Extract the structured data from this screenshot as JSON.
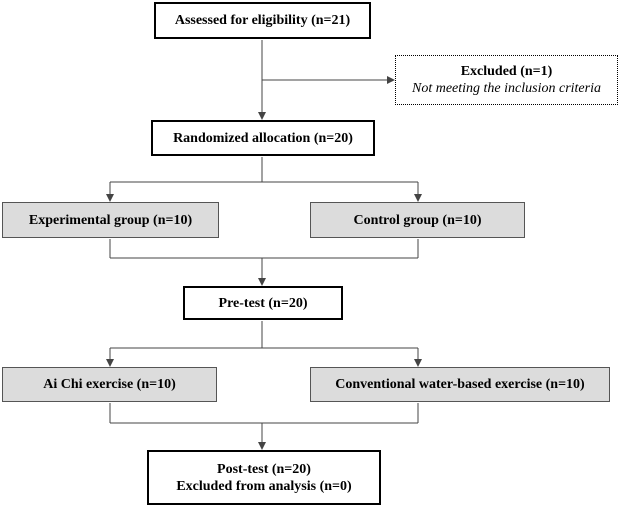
{
  "flowchart": {
    "assessed": "Assessed for eligibility (n=21)",
    "excluded": {
      "title": "Excluded (n=1)",
      "reason": "Not meeting the inclusion criteria"
    },
    "randomized": "Randomized allocation (n=20)",
    "experimental_group": "Experimental group (n=10)",
    "control_group": "Control group (n=10)",
    "pretest": "Pre-test (n=20)",
    "aichi": "Ai Chi exercise (n=10)",
    "conventional": "Conventional water-based exercise (n=10)",
    "posttest": {
      "line1": "Post-test (n=20)",
      "line2": "Excluded from analysis (n=0)"
    }
  }
}
